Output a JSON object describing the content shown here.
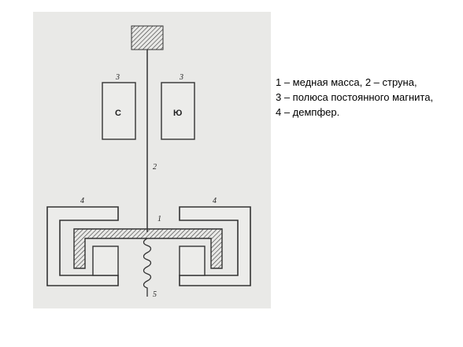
{
  "diagram": {
    "labels": {
      "copper_mass": "1",
      "string": "2",
      "magnet_pole_left": "3",
      "magnet_pole_right": "3",
      "damper_left": "4",
      "damper_right": "4",
      "spring": "5"
    },
    "poles": {
      "left": "С",
      "right": "Ю"
    }
  },
  "legend": {
    "line1": "1 – медная масса, 2 – струна,",
    "line2": "3 – полюса постоянного магнита,",
    "line3": " 4 – демпфер."
  },
  "colors": {
    "paper": "#e9e9e7",
    "ink": "#2a2a2a"
  }
}
